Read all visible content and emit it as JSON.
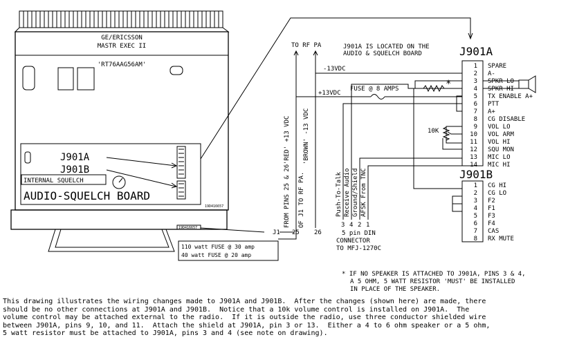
{
  "radio": {
    "brand": "GE/ERICSSON",
    "model": "MASTR EXEC II",
    "model_code": "'RT76AAG56AM'",
    "board_label": "AUDIO-SQUELCH BOARD",
    "squelch_label": "INTERNAL SQUELCH",
    "j901a_label": "J901A",
    "j901b_label": "J901B",
    "board_code": "19D416657",
    "chassis_code": "19D416657",
    "j1_label": "J1"
  },
  "power": {
    "to_rf_pa": "TO RF PA",
    "red_wire": "'RED' +13 VDC",
    "brown_wire": "'BROWN' -13 VDC",
    "pins_note_1": "FROM PINS 25 & 26",
    "pins_note_2": "OF J1 TO RF PA.",
    "pin25": "25",
    "pin26": "26",
    "neg13": "-13VDC",
    "pos13": "+13VDC",
    "fuse": "FUSE @ 8 AMPS",
    "fuse_box_1": "110 watt FUSE @ 30 amp",
    "fuse_box_2": "40 watt FUSE @ 20 amp"
  },
  "location_note_1": "J901A IS LOCATED ON THE",
  "location_note_2": "AUDIO & SQUELCH BOARD",
  "j901a": {
    "title": "J901A",
    "pins": [
      {
        "num": "1",
        "label": "SPARE"
      },
      {
        "num": "2",
        "label": "A-"
      },
      {
        "num": "3",
        "label": "SPKR LO"
      },
      {
        "num": "4",
        "label": "SPKR HI"
      },
      {
        "num": "5",
        "label": "TX ENABLE A+"
      },
      {
        "num": "6",
        "label": "PTT"
      },
      {
        "num": "7",
        "label": "A+"
      },
      {
        "num": "8",
        "label": "CG DISABLE"
      },
      {
        "num": "9",
        "label": "VOL LO"
      },
      {
        "num": "10",
        "label": "VOL ARM"
      },
      {
        "num": "11",
        "label": "VOL HI"
      },
      {
        "num": "12",
        "label": "SQU MON"
      },
      {
        "num": "13",
        "label": "MIC LO"
      },
      {
        "num": "14",
        "label": "MIC HI"
      }
    ],
    "resistor_mark": "*",
    "pot_label": "10K"
  },
  "j901b": {
    "title": "J901B",
    "pins": [
      {
        "num": "1",
        "label": "CG HI"
      },
      {
        "num": "2",
        "label": "CG LO"
      },
      {
        "num": "3",
        "label": "F2"
      },
      {
        "num": "4",
        "label": "F1"
      },
      {
        "num": "5",
        "label": "F3"
      },
      {
        "num": "6",
        "label": "F4"
      },
      {
        "num": "7",
        "label": "CAS"
      },
      {
        "num": "8",
        "label": "RX MUTE"
      }
    ]
  },
  "din": {
    "wires": [
      "Push-To-Talk",
      "Receive Audio",
      "Ground/Shield",
      "AFSK From TNC"
    ],
    "pins": [
      "3",
      "4",
      "2",
      "1"
    ],
    "caption_1": "5 pin DIN",
    "caption_2": "CONNECTOR",
    "caption_3": "TO MFJ-1270C"
  },
  "speaker_note": [
    "* IF NO SPEAKER IS ATTACHED TO J901A, PINS 3 & 4,",
    "A 5 OHM, 5 WATT RESISTOR 'MUST' BE INSTALLED",
    "IN PLACE OF THE SPEAKER."
  ],
  "description": [
    "This drawing illustrates the wiring changes made to J901A and J901B.  After the changes (shown here) are made, there",
    "should be no other connections at J901A and J901B.  Notice that a 10k volume control is installed on J901A.  The",
    "volume control may be attached external to the radio.  If it is outside the radio, use three conductor shielded wire",
    "between J901A, pins 9, 10, and 11.  Attach the shield at J901A, pin 3 or 13.  Either a 4 to 6 ohm speaker or a 5 ohm,",
    "5 watt resistor must be attached to J901A, pins 3 and 4 (see note on drawing)."
  ]
}
